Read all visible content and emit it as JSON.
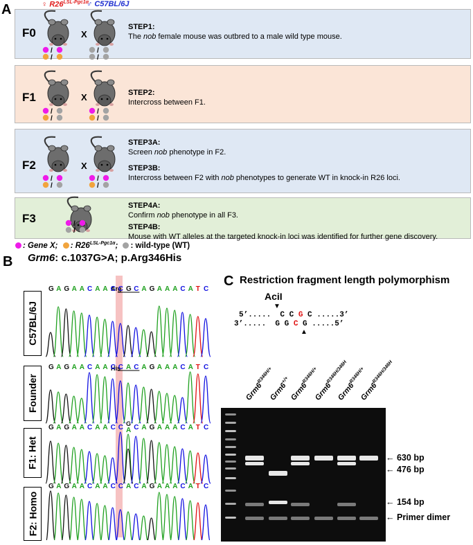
{
  "panel_labels": {
    "a": "A",
    "b": "B",
    "c": "C"
  },
  "colors": {
    "gene_x": "#ee1be9",
    "r26": "#f1a43d",
    "wt": "#a3a3a3",
    "f0_bg": "#dfe8f4",
    "f1_bg": "#fbe5d7",
    "f2_bg": "#dfe8f4",
    "f3_bg": "#e2efd8",
    "trace_a": "#1ea01e",
    "trace_c": "#1010e0",
    "trace_g": "#111111",
    "trace_t": "#e01010",
    "highlight": "#f5b7b7"
  },
  "parents": {
    "female_symbol": "♀",
    "female_label": "R26",
    "female_sup": "LSL-Pgc1α",
    "male_symbol": "♂",
    "male_label": "C57BL/6J"
  },
  "cross_mark": "X",
  "generations": [
    {
      "label": "F0",
      "steps": [
        {
          "heading": "STEP1:",
          "parts": [
            "The ",
            "nob",
            " female mouse was outbred to a male wild type mouse."
          ]
        }
      ]
    },
    {
      "label": "F1",
      "steps": [
        {
          "heading": "STEP2:",
          "parts": [
            "Intercross between F1.",
            "",
            ""
          ]
        }
      ]
    },
    {
      "label": "F2",
      "steps": [
        {
          "heading": "STEP3A:",
          "parts": [
            "Screen ",
            "nob",
            " phenotype in F2."
          ]
        },
        {
          "heading": "STEP3B:",
          "parts": [
            "Intercross between F2 with ",
            "nob",
            " phenotypes to generate WT in knock-in R26 loci."
          ]
        }
      ]
    },
    {
      "label": "F3",
      "steps": [
        {
          "heading": "STEP4A:",
          "parts": [
            "Confirm ",
            "nob",
            " phenotype in all F3."
          ]
        },
        {
          "heading": "STEP4B:",
          "parts": [
            "Mouse with WT alleles at the targeted knock-in loci was identified for further gene discovery.",
            "",
            ""
          ]
        }
      ]
    }
  ],
  "legend": {
    "gene_x": ": Gene X;",
    "r26_prefix": ": R26",
    "r26_sup": "LSL-Pgc1α",
    "r26_suffix": ";",
    "wt": ": wild-type (WT)"
  },
  "chromatogram": {
    "title_gene": "Grm6",
    "title_rest": ": c.1037G>A; p.Arg346His",
    "tracks": [
      {
        "label": "C57BL/6J",
        "sequence": "GAGAACAACCGCAGAAACATC",
        "codon_label": "Arg"
      },
      {
        "label": "Founder",
        "sequence": "GAGAACAACCACAGAAACATC",
        "codon_label": "His"
      },
      {
        "label": "F1: Het",
        "sequence": "GAGAACAACCACAGAAACATC",
        "het_top": "G",
        "codon_label": ""
      },
      {
        "label": "F2: Homo",
        "sequence": "GAGAACAACCACAGAAACATC",
        "codon_label": ""
      }
    ]
  },
  "rflp": {
    "title": "Restriction fragment length polymorphism",
    "enzyme": "AciI",
    "top_strand": [
      "5’.....  ",
      "C",
      " C ",
      "G",
      " C",
      " .....3’"
    ],
    "bottom_strand": [
      "3’.....  ",
      "G",
      " G ",
      "C",
      " G",
      " .....5’"
    ],
    "lanes": [
      {
        "gene": "Grm6",
        "genotype": "R346H/+"
      },
      {
        "gene": "Grm6",
        "genotype": "+/+"
      },
      {
        "gene": "Grm6",
        "genotype": "R346H/+"
      },
      {
        "gene": "Grm6",
        "genotype": "R346H/346H"
      },
      {
        "gene": "Grm6",
        "genotype": "R346H/+"
      },
      {
        "gene": "Grm6",
        "genotype": "R346H/346H"
      }
    ],
    "bands": [
      "630 bp",
      "476 bp",
      "154 bp",
      "Primer dimer"
    ]
  }
}
